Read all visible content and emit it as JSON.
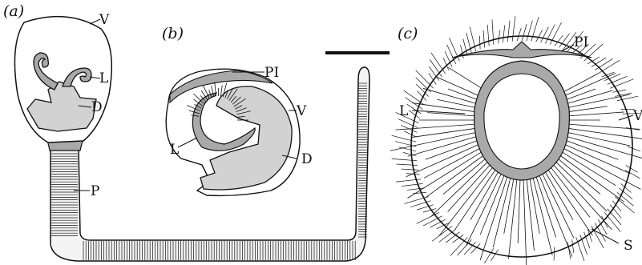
{
  "panels": [
    {
      "id": "a",
      "label": "(a)",
      "callouts": {
        "v": "V",
        "l": "L",
        "d": "D",
        "p": "P"
      }
    },
    {
      "id": "b",
      "label": "(b)",
      "callouts": {
        "pi": "PI",
        "v": "V",
        "l": "L",
        "d": "D"
      }
    },
    {
      "id": "c",
      "label": "(c)",
      "callouts": {
        "pi": "PI",
        "l": "L",
        "v": "V",
        "s": "S"
      }
    }
  ],
  "scale_bar": {
    "label": ""
  },
  "colors": {
    "stroke": "#111111",
    "tissue_light": "#d2d2d2",
    "tissue_mid": "#a9a9a9",
    "tube_fill": "#f4f4f4",
    "background": "#ffffff"
  }
}
